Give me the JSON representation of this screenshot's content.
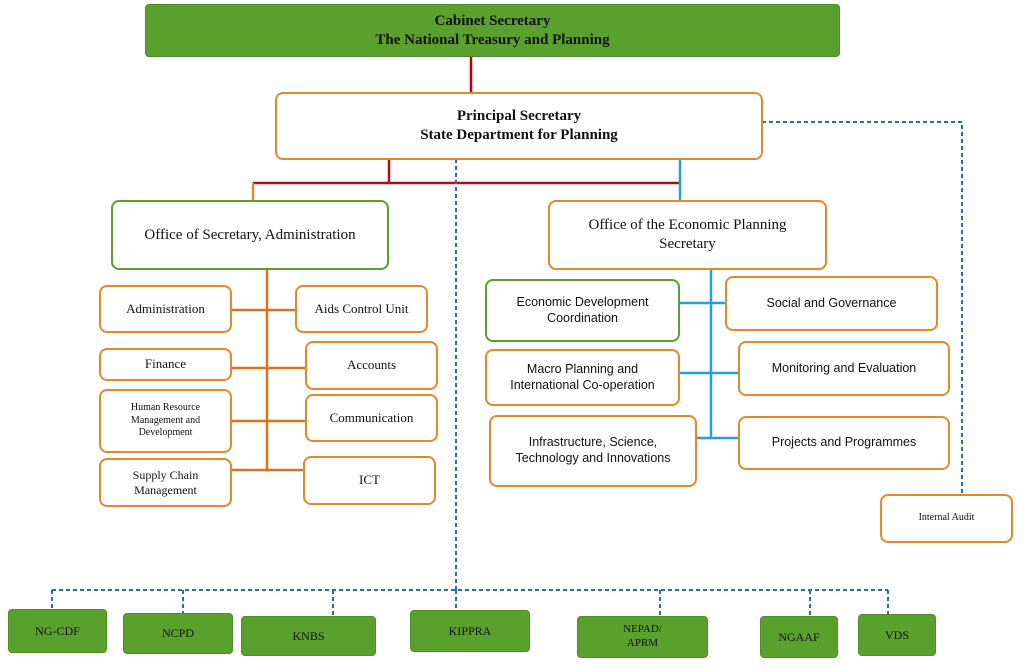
{
  "top": {
    "line1": "Cabinet Secretary",
    "line2": "The National Treasury and Planning"
  },
  "ps": {
    "line1": "Principal Secretary",
    "line2": "State Department for Planning"
  },
  "admin_office": {
    "label": "Office of Secretary, Administration"
  },
  "econ_office": {
    "label": "Office of the Economic Planning Secretary"
  },
  "admin_units": {
    "administration": "Administration",
    "aids": "Aids Control Unit",
    "finance": "Finance",
    "accounts": "Accounts",
    "hr": "Human Resource Management and Development",
    "communication": "Communication",
    "supply": "Supply Chain Management",
    "ict": "ICT"
  },
  "econ_units": {
    "edc": "Economic Development Coordination",
    "social": "Social and Governance",
    "macro": "Macro Planning and International Co-operation",
    "me": "Monitoring and Evaluation",
    "infra": "Infrastructure, Science, Technology and Innovations",
    "projects": "Projects and Programmes"
  },
  "audit": {
    "label": "Internal Audit"
  },
  "agencies": [
    "NG-CDF",
    "NCPD",
    "KNBS",
    "KIPPRA",
    "NEPAD/\nAPRM",
    "NGAAF",
    "VDS"
  ],
  "colors": {
    "green": "#5aa02c",
    "orange": "#e28a2b",
    "red": "#c00000",
    "darkred": "#a31515",
    "blue": "#1fa3d8",
    "dashblue": "#2e6da4"
  }
}
